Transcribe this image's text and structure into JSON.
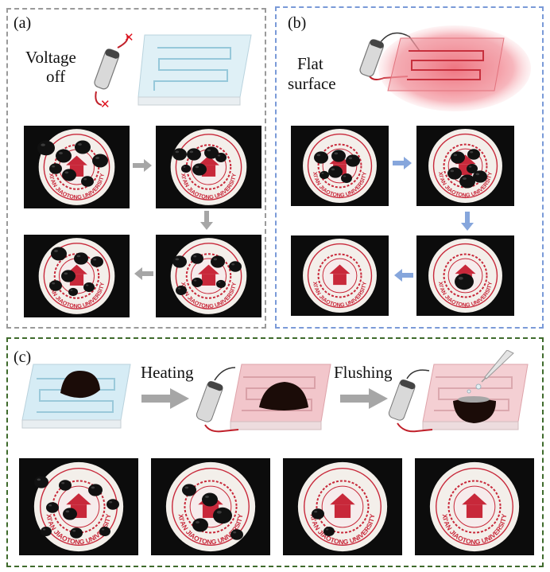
{
  "panel_a": {
    "label": "(a)",
    "caption_line1": "Voltage",
    "caption_line2": "off"
  },
  "panel_b": {
    "label": "(b)",
    "caption_line1": "Flat",
    "caption_line2": "surface"
  },
  "panel_c": {
    "label": "(c)",
    "step1": "Heating",
    "step2": "Flushing"
  },
  "plate_text": "XI'AN JIAOTONG UNIVERSITY",
  "colors": {
    "panel_a_border": "#9a9a9a",
    "panel_b_border": "#7a9ad8",
    "panel_c_border": "#3f6b2c",
    "arrow_gray": "#a6a6a6",
    "arrow_blue": "#86a6dc",
    "plate_red": "#c8283a",
    "droplet": "#111111"
  },
  "icons": [
    "battery-icon",
    "cross-mark-icon",
    "heater-substrate-icon",
    "droplet-icon",
    "pipette-icon",
    "arrow-icon",
    "university-logo-plate-icon"
  ]
}
